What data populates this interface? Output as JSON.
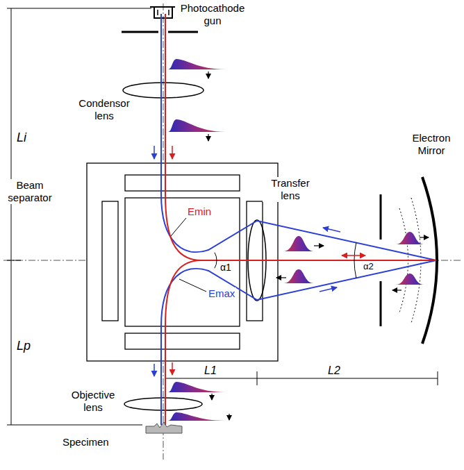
{
  "diagram": {
    "labels": [
      "Photocathode gun",
      "Condensor lens",
      "Li",
      "Beam separator",
      "Emin",
      "Emax",
      "Transfer lens",
      "Electron Mirror",
      "α1",
      "α2",
      "L1",
      "L2",
      "Lp",
      "Objective lens",
      "Specimen"
    ]
  }
}
